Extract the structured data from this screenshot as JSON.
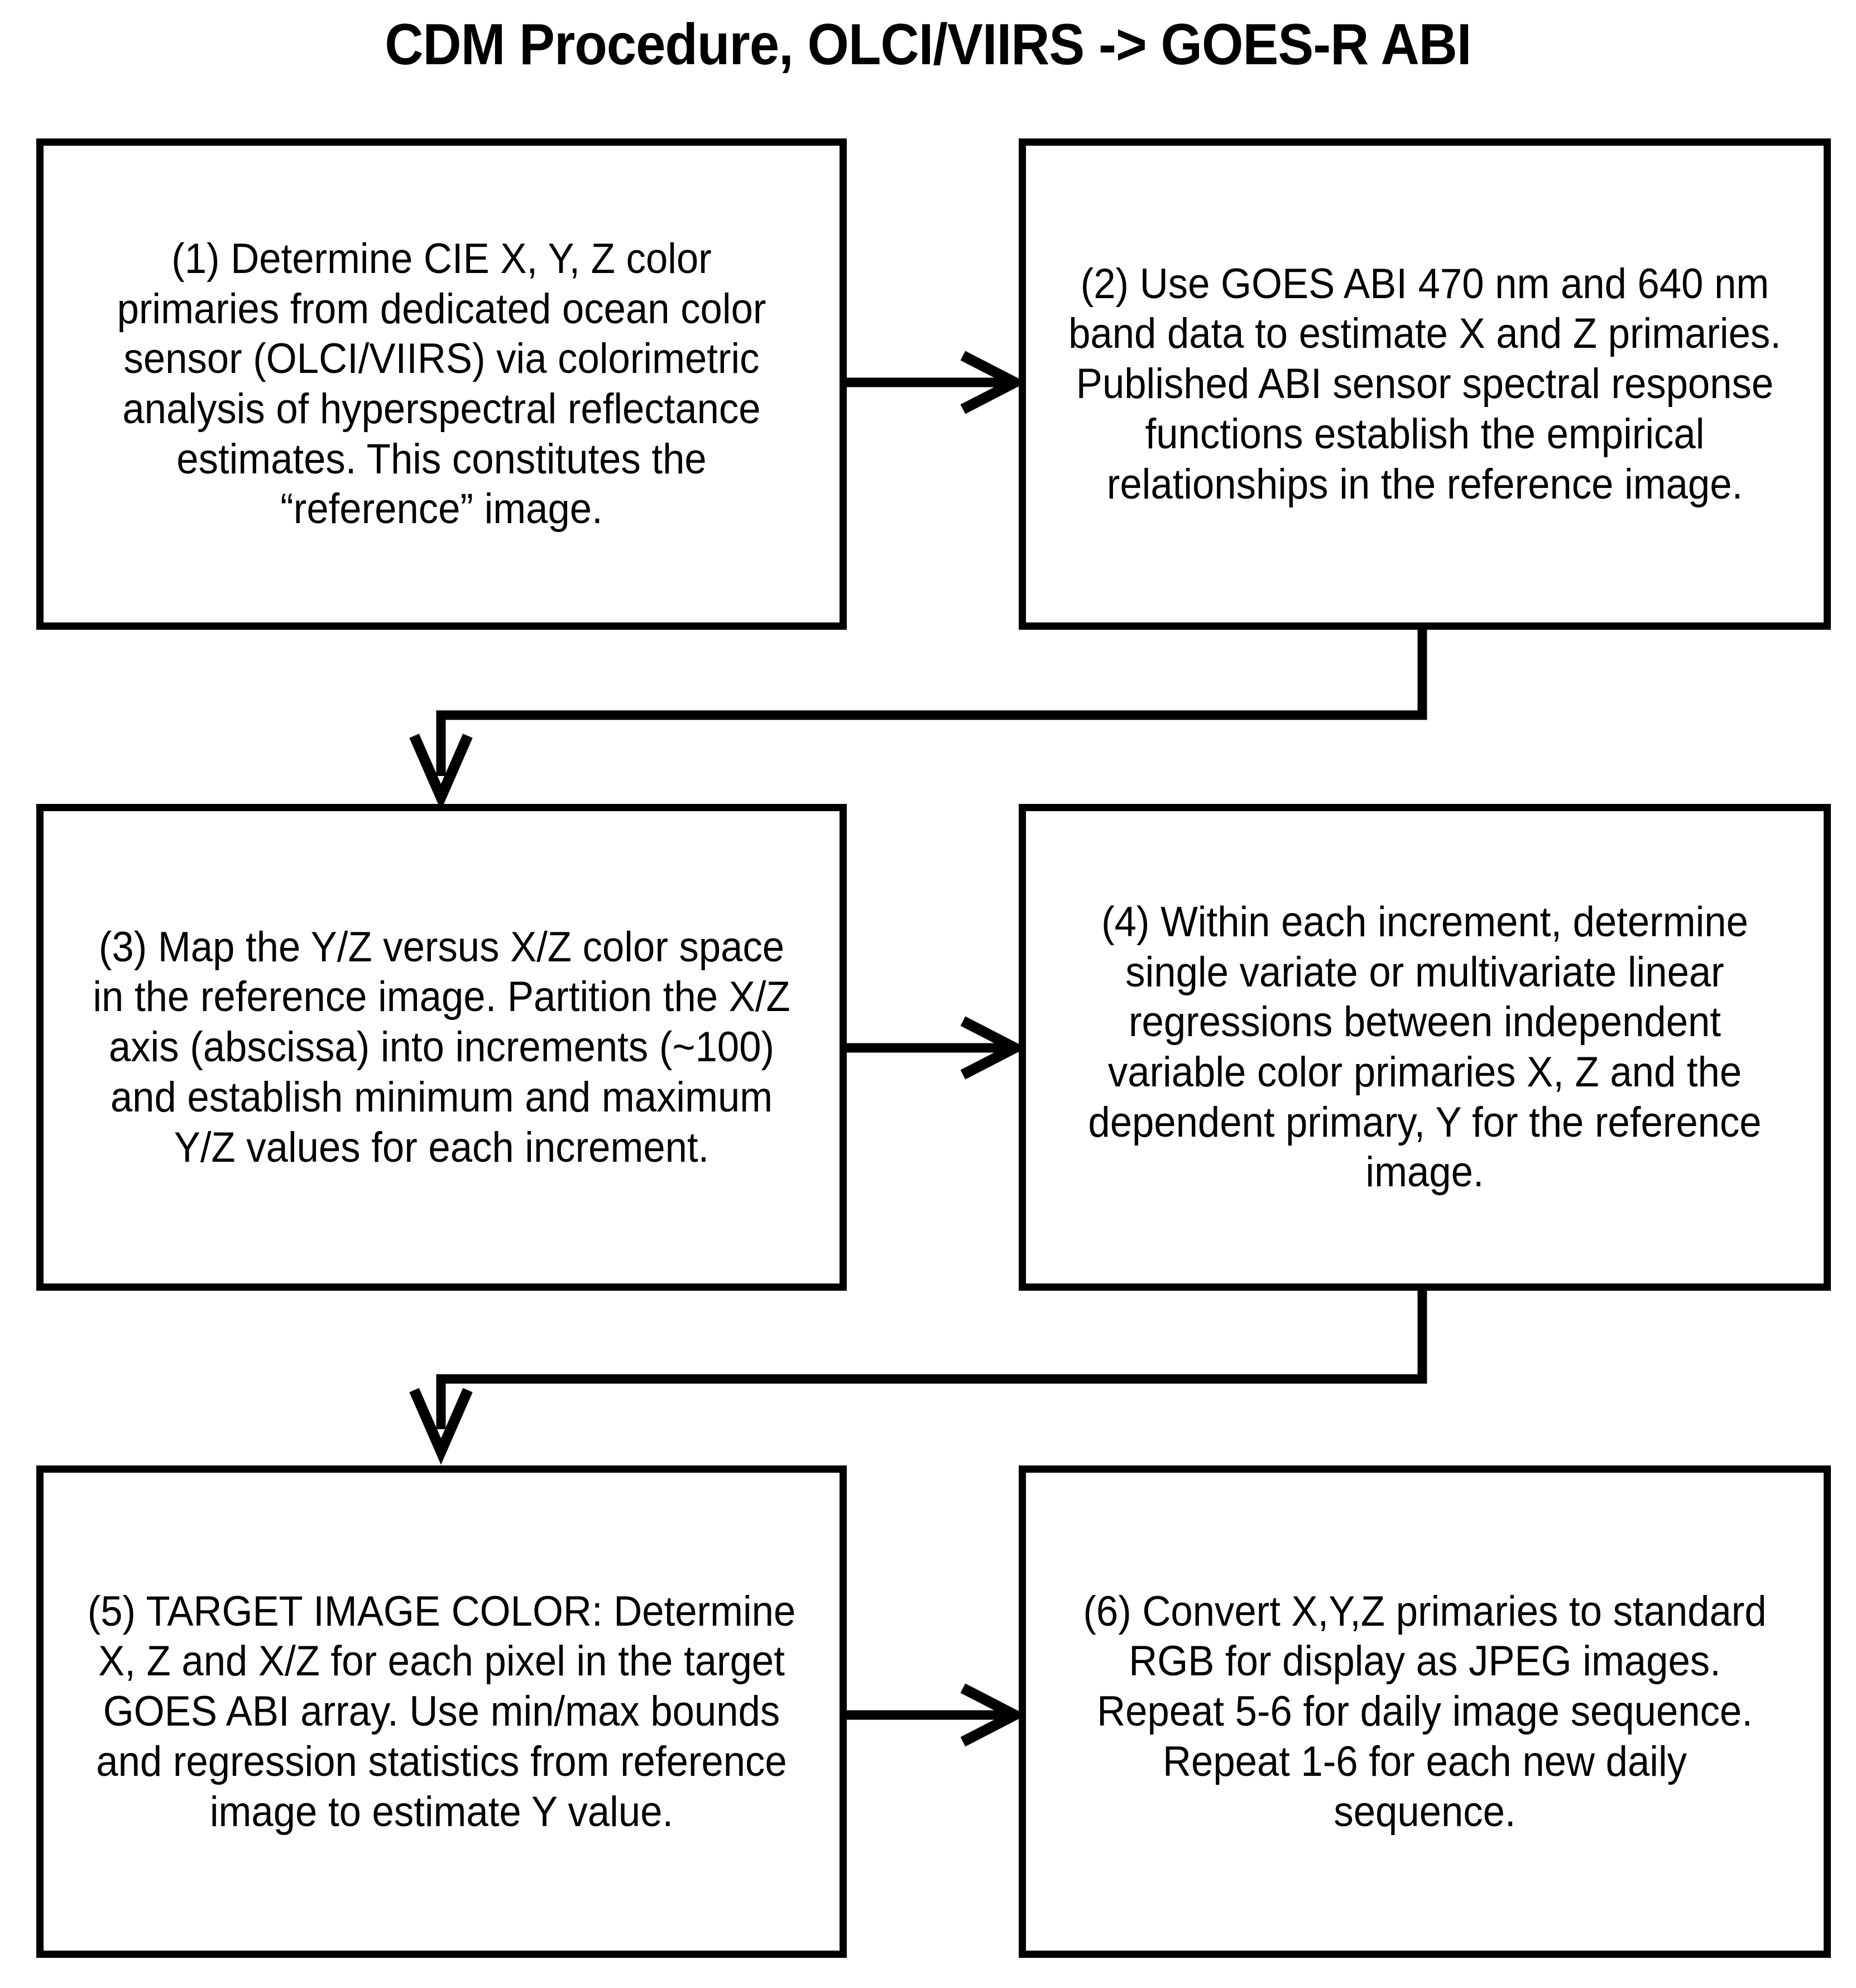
{
  "title": "CDM Procedure, OLCI/VIIRS -> GOES-R ABI",
  "diagram": {
    "type": "flowchart",
    "orientation": "two-column serpentine",
    "box_count": 6,
    "line_color": "#000000",
    "background_color": "#ffffff",
    "boxes": [
      {
        "id": 1,
        "label": "(1) Determine CIE X, Y, Z color primaries from dedicated ocean color sensor (OLCI/VIIRS) via colorimetric analysis of hyperspectral reflectance estimates. This constitutes the “reference” image."
      },
      {
        "id": 2,
        "label": "(2) Use GOES ABI 470 nm and 640 nm band data to estimate X and Z primaries. Published ABI sensor spectral response functions establish the empirical relationships in the reference image."
      },
      {
        "id": 3,
        "label": "(3) Map the Y/Z versus X/Z color space in the reference image. Partition the X/Z axis (abscissa) into increments (~100) and establish minimum and maximum Y/Z values for each increment."
      },
      {
        "id": 4,
        "label": "(4) Within each increment, determine single variate or multivariate linear regressions between independent variable color primaries X, Z and the dependent primary, Y for the reference image."
      },
      {
        "id": 5,
        "label": "(5) TARGET IMAGE COLOR: Determine X, Z and X/Z for each pixel in the target GOES ABI array. Use min/max bounds and regression statistics from reference image to estimate Y value."
      },
      {
        "id": 6,
        "label": "(6) Convert X,Y,Z primaries to standard RGB for display as JPEG images. Repeat 5-6 for daily image sequence. Repeat 1-6 for each new daily sequence."
      }
    ],
    "connectors": [
      {
        "from": 1,
        "to": 2,
        "style": "straight-horizontal-arrow"
      },
      {
        "from": 2,
        "to": 3,
        "style": "elbow-down-left-down-arrow"
      },
      {
        "from": 3,
        "to": 4,
        "style": "straight-horizontal-arrow"
      },
      {
        "from": 4,
        "to": 5,
        "style": "elbow-down-left-down-arrow"
      },
      {
        "from": 5,
        "to": 6,
        "style": "straight-horizontal-arrow"
      }
    ]
  }
}
